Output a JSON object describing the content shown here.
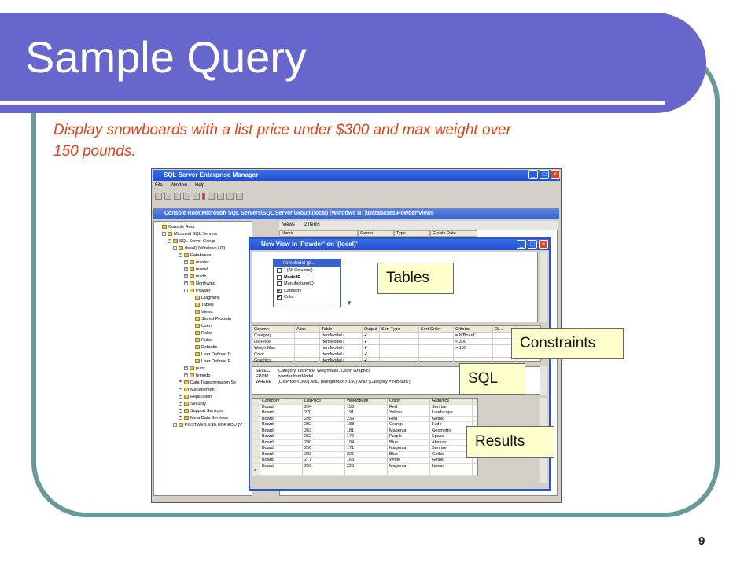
{
  "slide": {
    "title": "Sample Query",
    "subtitle": "Display snowboards with a list price under $300 and max weight over 150 pounds.",
    "page_number": "9"
  },
  "app": {
    "window_title": "SQL Server Enterprise Manager",
    "menu": [
      "File",
      "Window",
      "Help"
    ],
    "console_title": "Console Root\\Microsoft SQL Servers\\SQL Server Group\\(local) (Windows NT)\\Databases\\Powder\\Views"
  },
  "tree": [
    {
      "label": "Console Root",
      "indent": 0,
      "expander": ""
    },
    {
      "label": "Microsoft SQL Servers",
      "indent": 1,
      "expander": "-"
    },
    {
      "label": "SQL Server Group",
      "indent": 2,
      "expander": "-"
    },
    {
      "label": "(local) (Windows NT)",
      "indent": 3,
      "expander": "-"
    },
    {
      "label": "Databases",
      "indent": 4,
      "expander": "-"
    },
    {
      "label": "master",
      "indent": 5,
      "expander": "+"
    },
    {
      "label": "model",
      "indent": 5,
      "expander": "+"
    },
    {
      "label": "msdb",
      "indent": 5,
      "expander": "+"
    },
    {
      "label": "Northwind",
      "indent": 5,
      "expander": "+"
    },
    {
      "label": "Powder",
      "indent": 5,
      "expander": "-"
    },
    {
      "label": "Diagrams",
      "indent": 6,
      "expander": ""
    },
    {
      "label": "Tables",
      "indent": 6,
      "expander": ""
    },
    {
      "label": "Views",
      "indent": 6,
      "expander": ""
    },
    {
      "label": "Stored Procedu",
      "indent": 6,
      "expander": ""
    },
    {
      "label": "Users",
      "indent": 6,
      "expander": ""
    },
    {
      "label": "Roles",
      "indent": 6,
      "expander": ""
    },
    {
      "label": "Rules",
      "indent": 6,
      "expander": ""
    },
    {
      "label": "Defaults",
      "indent": 6,
      "expander": ""
    },
    {
      "label": "User Defined D",
      "indent": 6,
      "expander": ""
    },
    {
      "label": "User Defined F",
      "indent": 6,
      "expander": ""
    },
    {
      "label": "pubs",
      "indent": 5,
      "expander": "+"
    },
    {
      "label": "tempdb",
      "indent": 5,
      "expander": "+"
    },
    {
      "label": "Data Transformation Se",
      "indent": 4,
      "expander": "+"
    },
    {
      "label": "Management",
      "indent": 4,
      "expander": "+"
    },
    {
      "label": "Replication",
      "indent": 4,
      "expander": "+"
    },
    {
      "label": "Security",
      "indent": 4,
      "expander": "+"
    },
    {
      "label": "Support Services",
      "indent": 4,
      "expander": "+"
    },
    {
      "label": "Meta Data Services",
      "indent": 4,
      "expander": "+"
    },
    {
      "label": "POSTWEB.ESB.UOP.EDU (V",
      "indent": 3,
      "expander": "+"
    }
  ],
  "views_pane": {
    "tab": "Views",
    "count": "2 Items",
    "columns": [
      "Name",
      "Owner",
      "Type",
      "Create Date"
    ]
  },
  "new_view": {
    "title": "New View in 'Powder' on '(local)'",
    "table_name": "ItemModel (p...",
    "table_columns": [
      {
        "label": "* (All Columns)",
        "checked": false
      },
      {
        "label": "ModelID",
        "checked": false
      },
      {
        "label": "ManufacturerID",
        "checked": false
      },
      {
        "label": "Category",
        "checked": true
      },
      {
        "label": "Color",
        "checked": true
      }
    ],
    "grid_headers": [
      "Column",
      "Alias",
      "Table",
      "Output",
      "Sort Type",
      "Sort Order",
      "Criteria",
      "Or..."
    ],
    "grid_rows": [
      [
        "Category",
        "",
        "ItemModel (",
        "✔",
        "",
        "",
        "= N'Board'",
        ""
      ],
      [
        "ListPrice",
        "",
        "ItemModel (",
        "✔",
        "",
        "",
        "< 300",
        ""
      ],
      [
        "WeightMax",
        "",
        "ItemModel (",
        "✔",
        "",
        "",
        "> 150",
        ""
      ],
      [
        "Color",
        "",
        "ItemModel (",
        "✔",
        "",
        "",
        "",
        ""
      ],
      [
        "Graphics",
        "",
        "ItemModel (",
        "✔",
        "",
        "",
        "",
        ""
      ]
    ],
    "sql": "SELECT     Category, ListPrice, WeightMax, Color, Graphics\nFROM        powder.ItemModel\nWHERE     (ListPrice < 300) AND (WeightMax > 150) AND (Category = N'Board')",
    "result_headers": [
      "Category",
      "ListPrice",
      "WeightMax",
      "Color",
      "Graphics"
    ],
    "result_rows": [
      [
        "Board",
        "294",
        "158",
        "Red",
        "Sunrise"
      ],
      [
        "Board",
        "270",
        "191",
        "Yellow",
        "Landscape"
      ],
      [
        "Board",
        "295",
        "239",
        "Red",
        "Gothic"
      ],
      [
        "Board",
        "292",
        "188",
        "Orange",
        "Fade"
      ],
      [
        "Board",
        "263",
        "181",
        "Magenta",
        "Geometric"
      ],
      [
        "Board",
        "262",
        "179",
        "Purple",
        "Space"
      ],
      [
        "Board",
        "290",
        "194",
        "Blue",
        "Abstract"
      ],
      [
        "Board",
        "256",
        "171",
        "Magenta",
        "Sunrise"
      ],
      [
        "Board",
        "283",
        "226",
        "Blue",
        "Gothic"
      ],
      [
        "Board",
        "277",
        "163",
        "White",
        "Gothic"
      ],
      [
        "Board",
        "259",
        "223",
        "Magenta",
        "Linear"
      ]
    ],
    "new_row_marker": "*"
  },
  "callouts": {
    "tables": "Tables",
    "constraints": "Constraints",
    "sql": "SQL",
    "results": "Results"
  },
  "colors": {
    "title_band": "#6666cc",
    "frame": "#6a9a96",
    "subtitle_text": "#e2401a",
    "callout_bg": "#ffffcc",
    "xp_blue": "#2a55c8"
  }
}
